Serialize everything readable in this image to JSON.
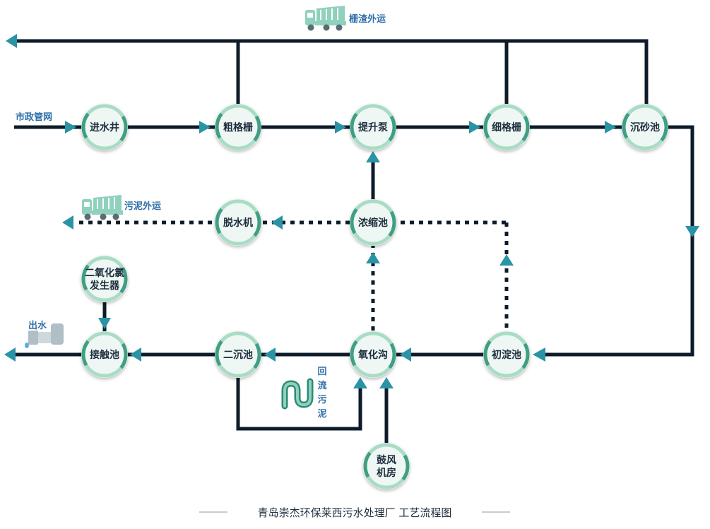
{
  "colors": {
    "line": "#0d1b2a",
    "arrow": "#2a93a5",
    "node_fill": "#eef7f3",
    "node_ring_light": "#a9dcc5",
    "node_ring_dark": "#3f9e83",
    "label_blue": "#2f6fa8",
    "truck": "#8fd1bd"
  },
  "external": {
    "screenings_out": "栅渣外运",
    "sludge_out": "污泥外运",
    "municipal_network": "市政管网",
    "effluent": "出水",
    "return_sludge": [
      "回",
      "流",
      "污",
      "泥"
    ]
  },
  "nodes": {
    "intake_well": "进水井",
    "coarse_screen": "粗格栅",
    "lift_pump": "提升泵",
    "fine_screen": "细格栅",
    "grit_chamber": "沉砂池",
    "dewatering_machine": "脱水机",
    "thickener": "浓缩池",
    "chlorine_dioxide_generator": [
      "二氧化氯",
      "发生器"
    ],
    "contact_tank": "接触池",
    "secondary_clarifier": "二沉池",
    "oxidation_ditch": "氧化沟",
    "primary_clarifier": "初淀池",
    "blower_room": [
      "鼓风",
      "机房"
    ]
  },
  "icons": [
    "truck-icon",
    "truck-icon",
    "pipe-outlet-icon",
    "return-pipe-icon"
  ],
  "caption": "青岛崇杰环保莱西污水处理厂 工艺流程图"
}
